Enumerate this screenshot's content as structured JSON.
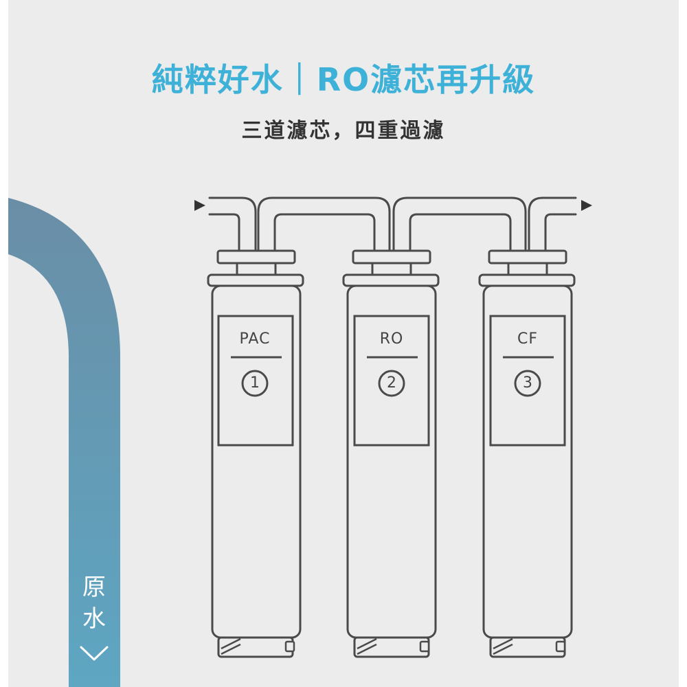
{
  "header": {
    "title": "純粹好水｜RO濾芯再升級",
    "subtitle": "三道濾芯，四重過濾"
  },
  "raw_water": {
    "chars": [
      "原",
      "水"
    ]
  },
  "filters": [
    {
      "name": "PAC",
      "number": "1"
    },
    {
      "name": "RO",
      "number": "2"
    },
    {
      "name": "CF",
      "number": "3"
    }
  ],
  "colors": {
    "title": "#3eb1d8",
    "subtitle": "#333333",
    "background": "#ececec",
    "outline": "#4a4a4a",
    "raw_pipe_top": "#6a8ea6",
    "raw_pipe_bottom": "#5ea6c2"
  },
  "icons": {
    "flow_in": "arrow-right-icon",
    "flow_out": "arrow-right-icon",
    "raw_water_direction": "chevron-down-icon"
  }
}
